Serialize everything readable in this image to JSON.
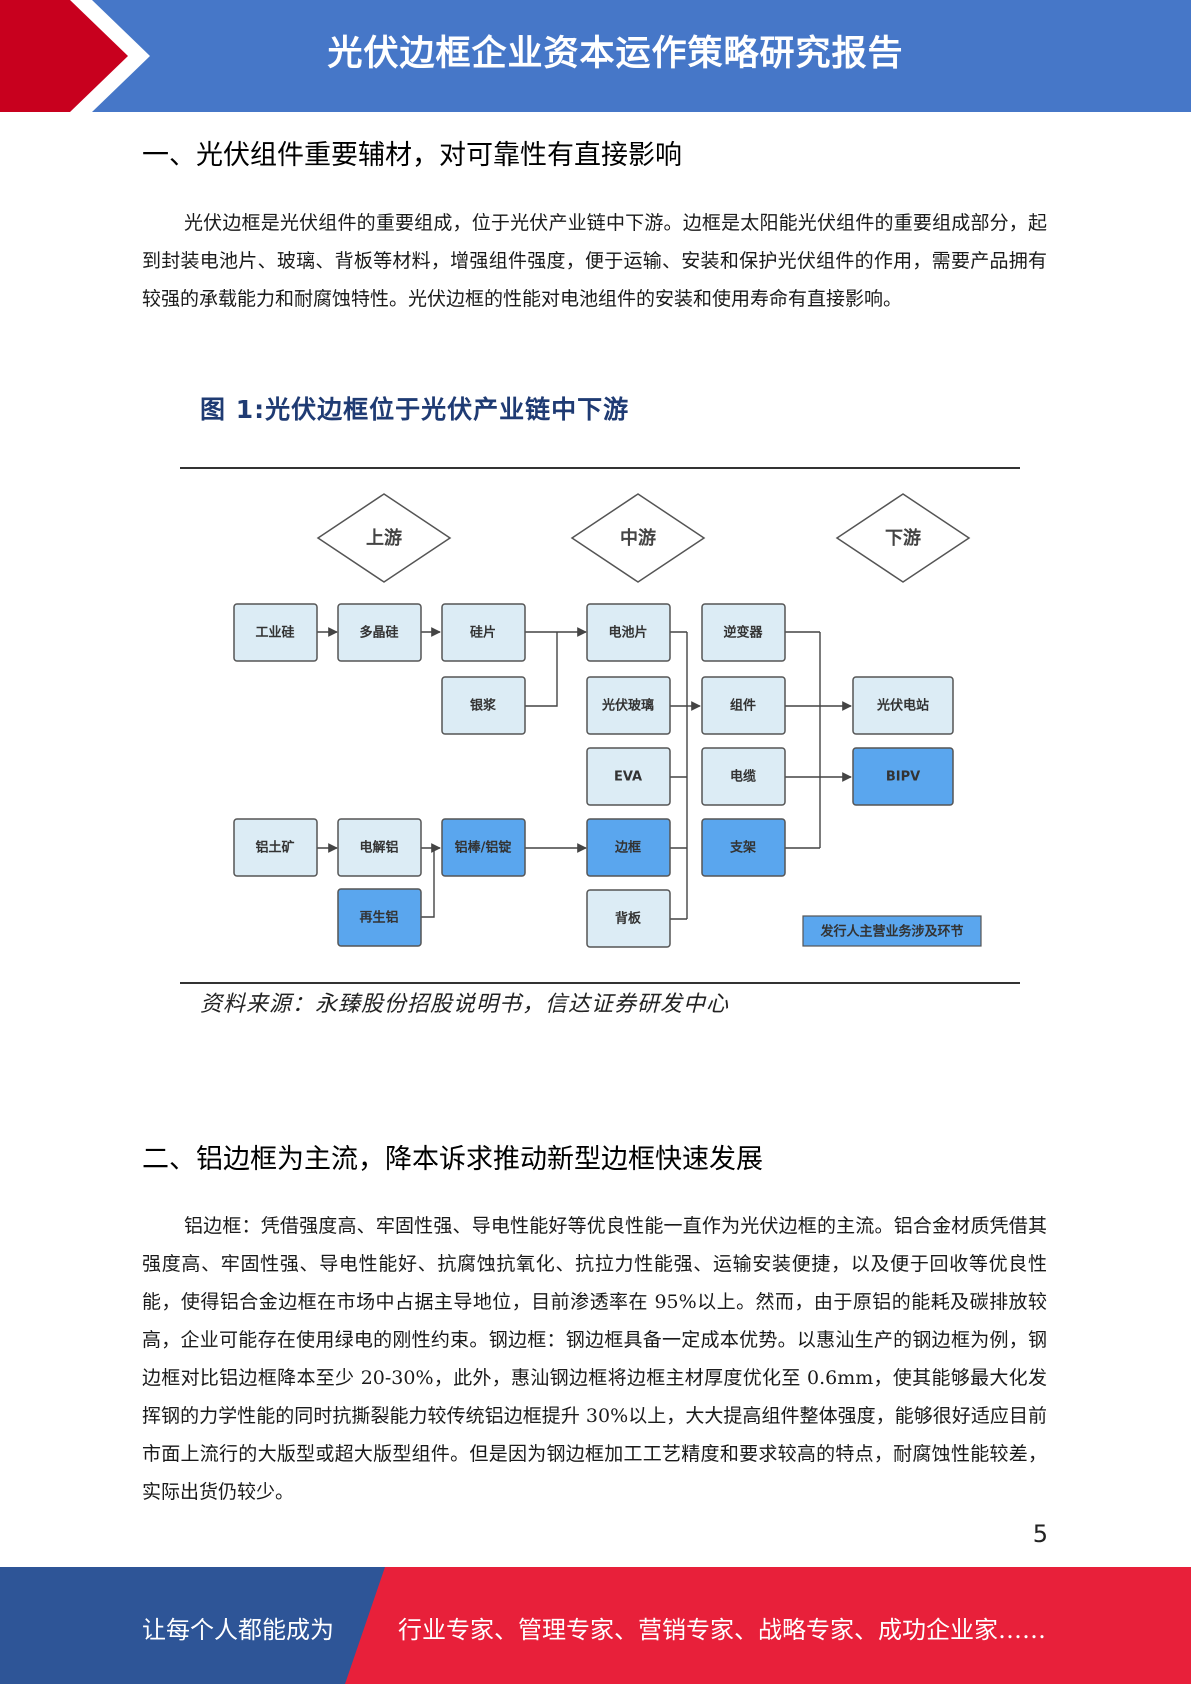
{
  "header": {
    "title": "光伏边框企业资本运作策略研究报告"
  },
  "colors": {
    "header_blue": "#4677c8",
    "header_red": "#c8001e",
    "footer_blue": "#2e5597",
    "footer_red": "#e8203a",
    "node_light": "#dcecf5",
    "node_blue": "#5aa6ee"
  },
  "section1": {
    "heading": "一、光伏组件重要辅材，对可靠性有直接影响",
    "paragraph": "光伏边框是光伏组件的重要组成，位于光伏产业链中下游。边框是太阳能光伏组件的重要组成部分，起到封装电池片、玻璃、背板等材料，增强组件强度，便于运输、安装和保护光伏组件的作用，需要产品拥有较强的承载能力和耐腐蚀特性。光伏边框的性能对电池组件的安装和使用寿命有直接影响。"
  },
  "figure1": {
    "title": "图 1:光伏边框位于光伏产业链中下游",
    "source": "资料来源：永臻股份招股说明书，信达证券研发中心",
    "stages": {
      "upstream": "上游",
      "midstream": "中游",
      "downstream": "下游"
    },
    "nodes": {
      "industrial_silicon": "工业硅",
      "polysilicon": "多晶硅",
      "wafer": "硅片",
      "silver_paste": "银浆",
      "cell": "电池片",
      "pv_glass": "光伏玻璃",
      "eva": "EVA",
      "frame": "边框",
      "backsheet": "背板",
      "inverter": "逆变器",
      "module": "组件",
      "cable": "电缆",
      "bracket": "支架",
      "pv_station": "光伏电站",
      "bipv": "BIPV",
      "bauxite": "铝土矿",
      "electrolytic_al": "电解铝",
      "al_rod_ingot": "铝棒/铝锭",
      "recycled_al": "再生铝"
    },
    "legend": "发行人主营业务涉及环节"
  },
  "section2": {
    "heading": "二、铝边框为主流，降本诉求推动新型边框快速发展",
    "paragraph": "铝边框：凭借强度高、牢固性强、导电性能好等优良性能一直作为光伏边框的主流。铝合金材质凭借其强度高、牢固性强、导电性能好、抗腐蚀抗氧化、抗拉力性能强、运输安装便捷，以及便于回收等优良性能，使得铝合金边框在市场中占据主导地位，目前渗透率在 95%以上。然而，由于原铝的能耗及碳排放较高，企业可能存在使用绿电的刚性约束。钢边框：钢边框具备一定成本优势。以惠汕生产的钢边框为例，钢边框对比铝边框降本至少 20-30%，此外，惠汕钢边框将边框主材厚度优化至 0.6mm，使其能够最大化发挥钢的力学性能的同时抗撕裂能力较传统铝边框提升 30%以上，大大提高组件整体强度，能够很好适应目前市面上流行的大版型或超大版型组件。但是因为钢边框加工工艺精度和要求较高的特点，耐腐蚀性能较差，实际出货仍较少。"
  },
  "page_number": "5",
  "footer": {
    "left_text": "让每个人都能成为",
    "right_text": "行业专家、管理专家、营销专家、战略专家、成功企业家……"
  }
}
